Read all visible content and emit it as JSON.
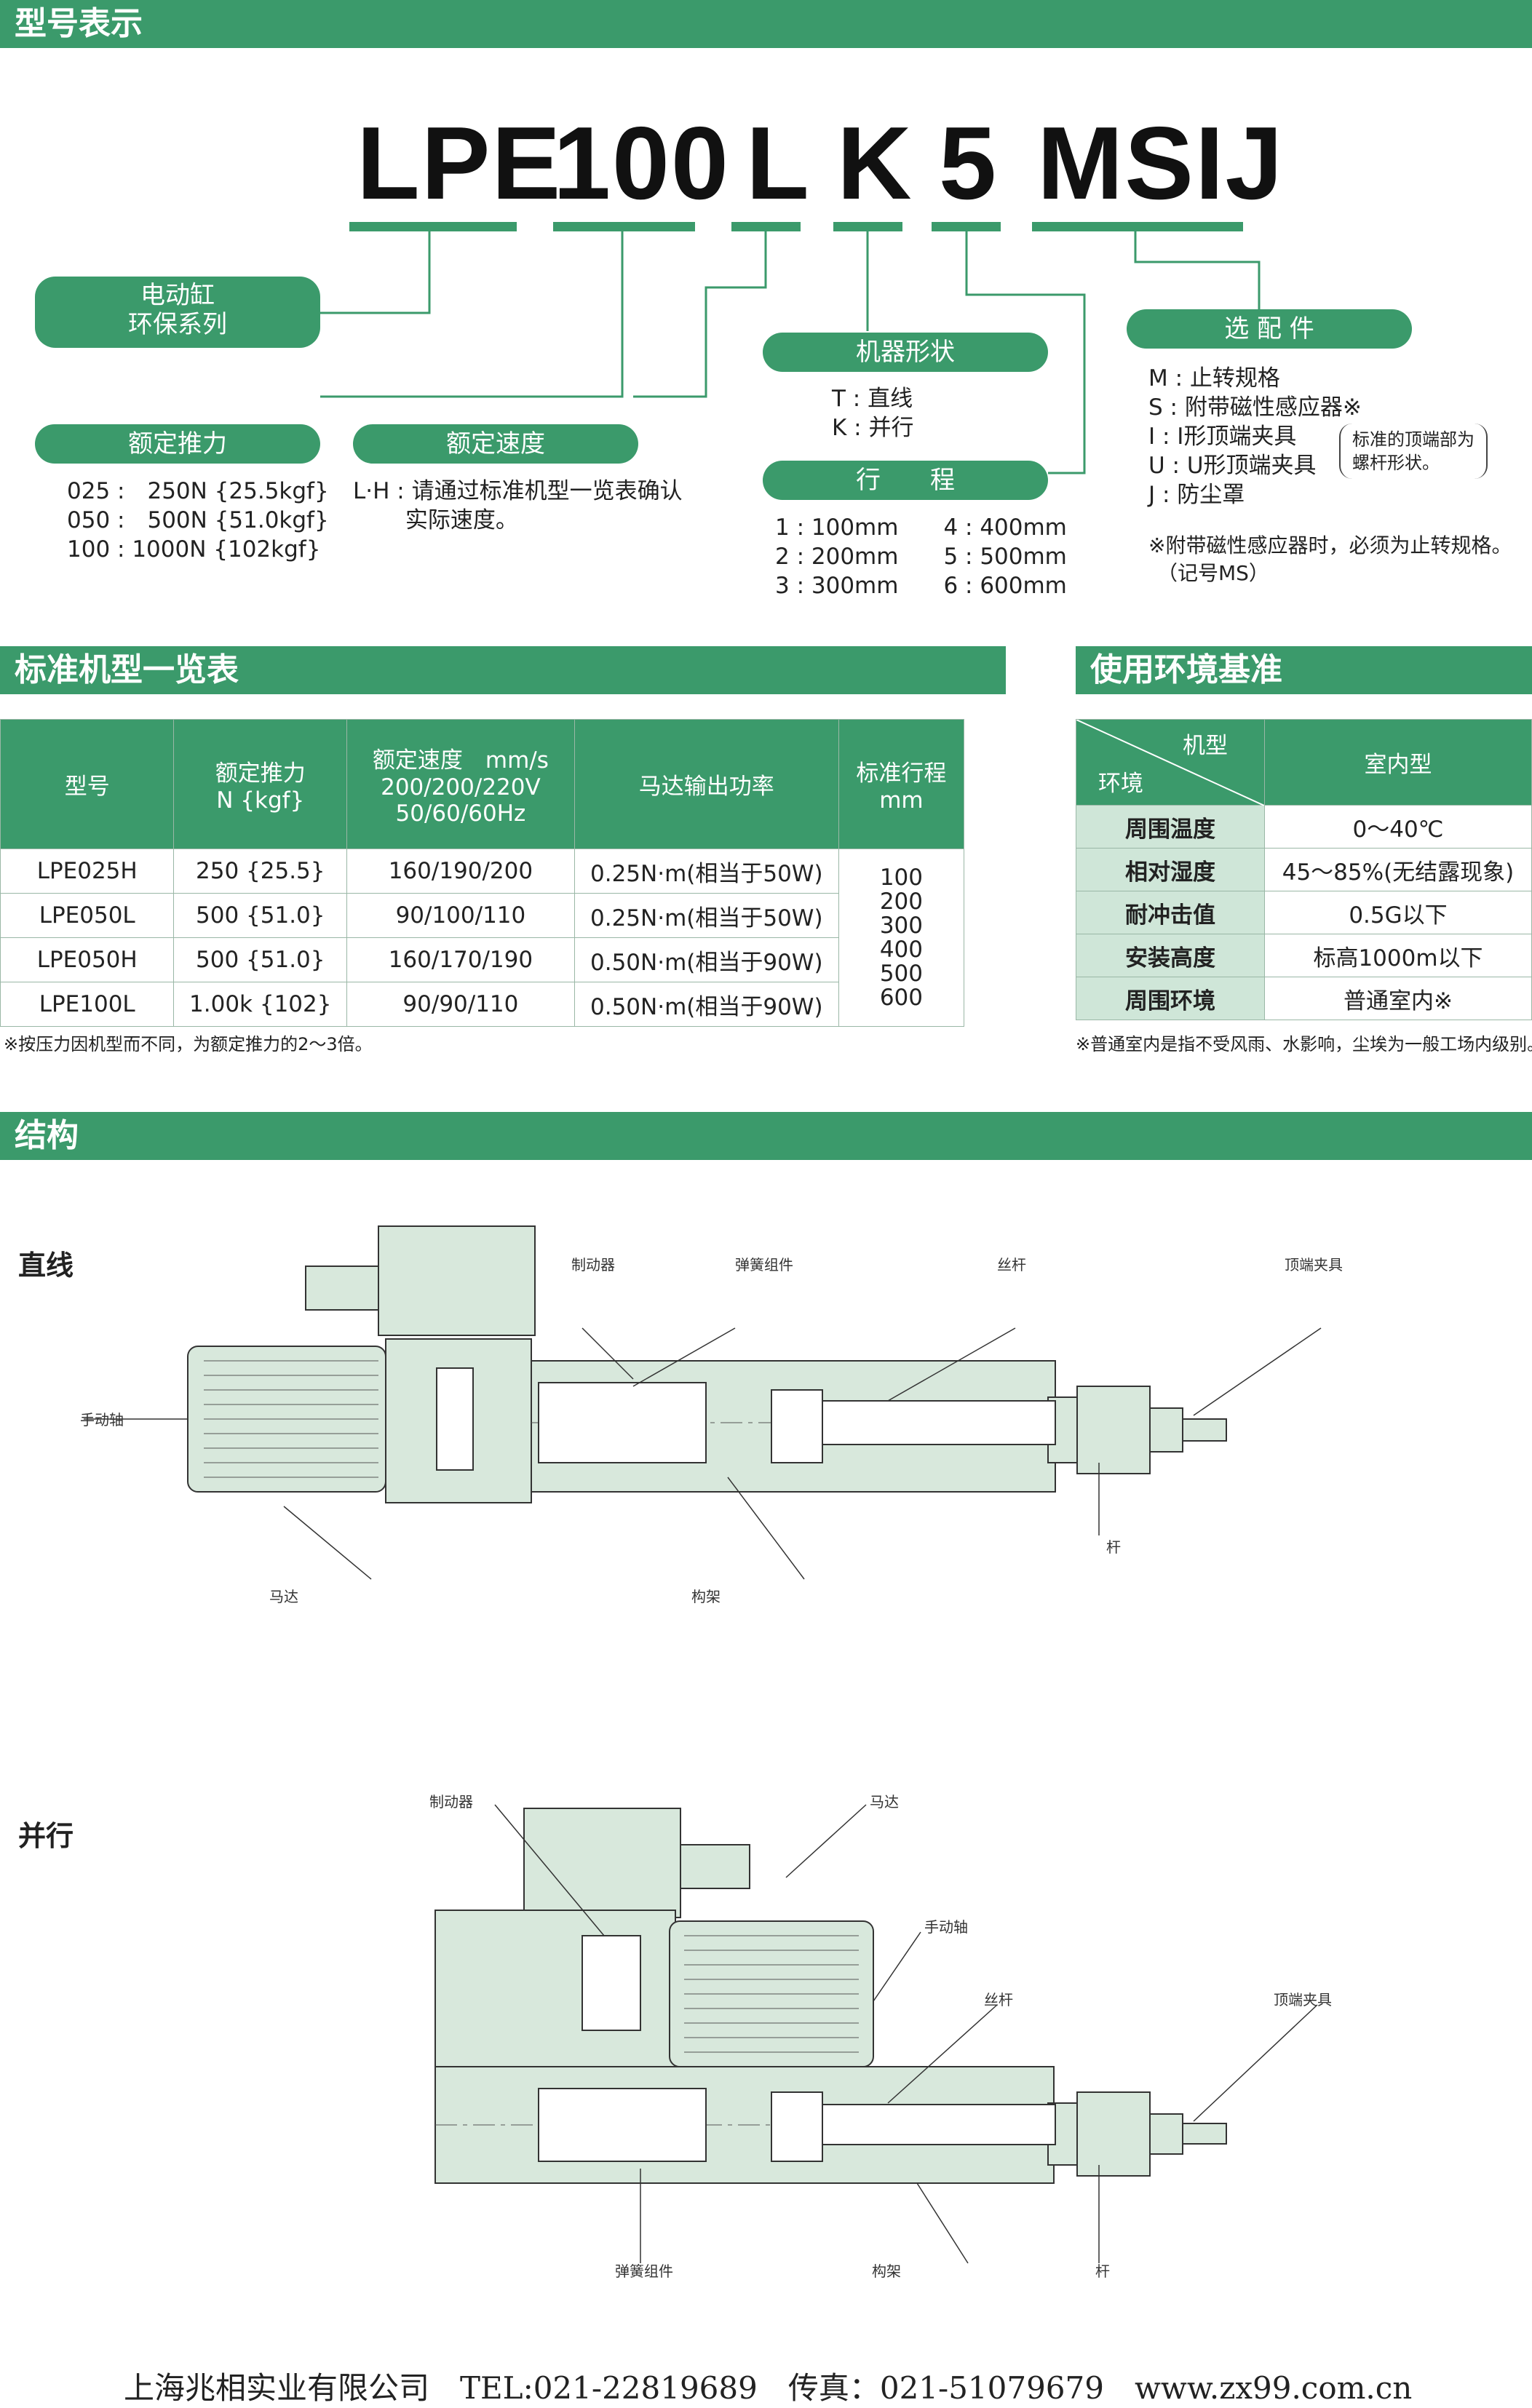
{
  "sections": {
    "model": "型号表示",
    "standard": "标准机型一览表",
    "environment": "使用环境基准",
    "structure": "结构"
  },
  "model_code": {
    "p1": "LPE",
    "p2": "100",
    "p3": "L",
    "p4": "K",
    "p5": "5",
    "p6": "MSIJ"
  },
  "pills": {
    "series_l1": "电动缸",
    "series_l2": "环保系列",
    "thrust": "额定推力",
    "speed": "额定速度",
    "shape": "机器形状",
    "stroke": "行　　程",
    "options": "选 配 件"
  },
  "thrust_lines": [
    "025 :　250N {25.5kgf}",
    "050 :　500N {51.0kgf}",
    "100 : 1000N {102kgf}"
  ],
  "speed_lines": [
    "L·H : 请通过标准机型一览表确认",
    "　　 实际速度。"
  ],
  "shape_lines": [
    "T : 直线",
    "K : 并行"
  ],
  "stroke_lines": [
    "1 : 100mm　　4 : 400mm",
    "2 : 200mm　　5 : 500mm",
    "3 : 300mm　　6 : 600mm"
  ],
  "option_lines": [
    "M : 止转规格",
    "S : 附带磁性感应器※",
    "I : I形顶端夹具",
    "U : U形顶端夹具",
    "J : 防尘罩"
  ],
  "option_note_brace": [
    "标准的顶端部为",
    "螺杆形状。"
  ],
  "option_note": [
    "※附带磁性感应器时，必须为止转规格。",
    "（记号MS）"
  ],
  "std_table": {
    "headers": [
      "型号",
      "额定推力\nN {kgf}",
      "额定速度　mm/s\n200/200/220V\n50/60/60Hz",
      "马达输出功率",
      "标准行程\nmm"
    ],
    "rows": [
      [
        "LPE025H",
        "250 {25.5}",
        "160/190/200",
        "0.25N·m(相当于50W)"
      ],
      [
        "LPE050L",
        "500 {51.0}",
        "90/100/110",
        "0.25N·m(相当于50W)"
      ],
      [
        "LPE050H",
        "500 {51.0}",
        "160/170/190",
        "0.50N·m(相当于90W)"
      ],
      [
        "LPE100L",
        "1.00k {102}",
        "90/90/110",
        "0.50N·m(相当于90W)"
      ]
    ],
    "strokes": "100\n200\n300\n400\n500\n600",
    "note": "※按压力因机型而不同，为额定推力的2～3倍。"
  },
  "env_table": {
    "corner_top": "机型",
    "corner_bottom": "环境",
    "col": "室内型",
    "rows": [
      [
        "周围温度",
        "0～40℃"
      ],
      [
        "相对湿度",
        "45～85%(无结露现象)"
      ],
      [
        "耐冲击值",
        "0.5G以下"
      ],
      [
        "安装高度",
        "标高1000m以下"
      ],
      [
        "周围环境",
        "普通室内※"
      ]
    ],
    "note": "※普通室内是指不受风雨、水影响，尘埃为一般工场内级别。"
  },
  "struct_straight": {
    "title": "直线",
    "labels": {
      "brake": "制动器",
      "spring": "弹簧组件",
      "screw": "丝杆",
      "clamp": "顶端夹具",
      "manual": "手动轴",
      "motor": "马达",
      "frame": "构架",
      "rod": "杆"
    }
  },
  "struct_parallel": {
    "title": "并行",
    "labels": {
      "brake": "制动器",
      "motor": "马达",
      "manual": "手动轴",
      "screw": "丝杆",
      "clamp": "顶端夹具",
      "spring": "弹簧组件",
      "frame": "构架",
      "rod": "杆"
    }
  },
  "footer": "上海兆相实业有限公司　TEL:021-22819689　传真：021-51079679　www.zx99.com.cn",
  "colors": {
    "accent": "#3b9a6b",
    "light": "#cfe6d8",
    "drawing": "#d8e8dc"
  }
}
